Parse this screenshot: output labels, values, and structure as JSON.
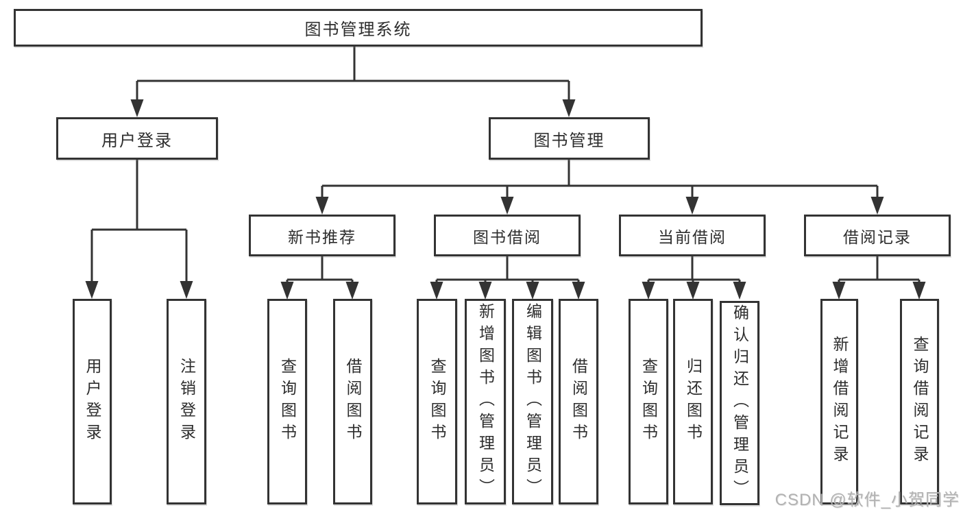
{
  "colors": {
    "line": "#333333",
    "box_border": "#333333",
    "text": "#2d2d2d",
    "background": "#ffffff",
    "watermark": "#b2b2b2"
  },
  "tree": {
    "root": {
      "label": "图书管理系统"
    },
    "children": [
      {
        "label": "用户登录",
        "children": [
          {
            "label": "用户登录"
          },
          {
            "label": "注销登录"
          }
        ]
      },
      {
        "label": "图书管理",
        "children": [
          {
            "label": "新书推荐",
            "children": [
              {
                "label": "查询图书"
              },
              {
                "label": "借阅图书"
              }
            ]
          },
          {
            "label": "图书借阅",
            "children": [
              {
                "label": "查询图书"
              },
              {
                "label": "新增图书（管理员）"
              },
              {
                "label": "编辑图书（管理员）"
              },
              {
                "label": "借阅图书"
              }
            ]
          },
          {
            "label": "当前借阅",
            "children": [
              {
                "label": "查询图书"
              },
              {
                "label": "归还图书"
              },
              {
                "label": "确认归还（管理员）"
              }
            ]
          },
          {
            "label": "借阅记录",
            "children": [
              {
                "label": "新增借阅记录"
              },
              {
                "label": "查询借阅记录"
              }
            ]
          }
        ]
      }
    ]
  },
  "watermark": {
    "text": "CSDN @软件_小贺同学"
  }
}
